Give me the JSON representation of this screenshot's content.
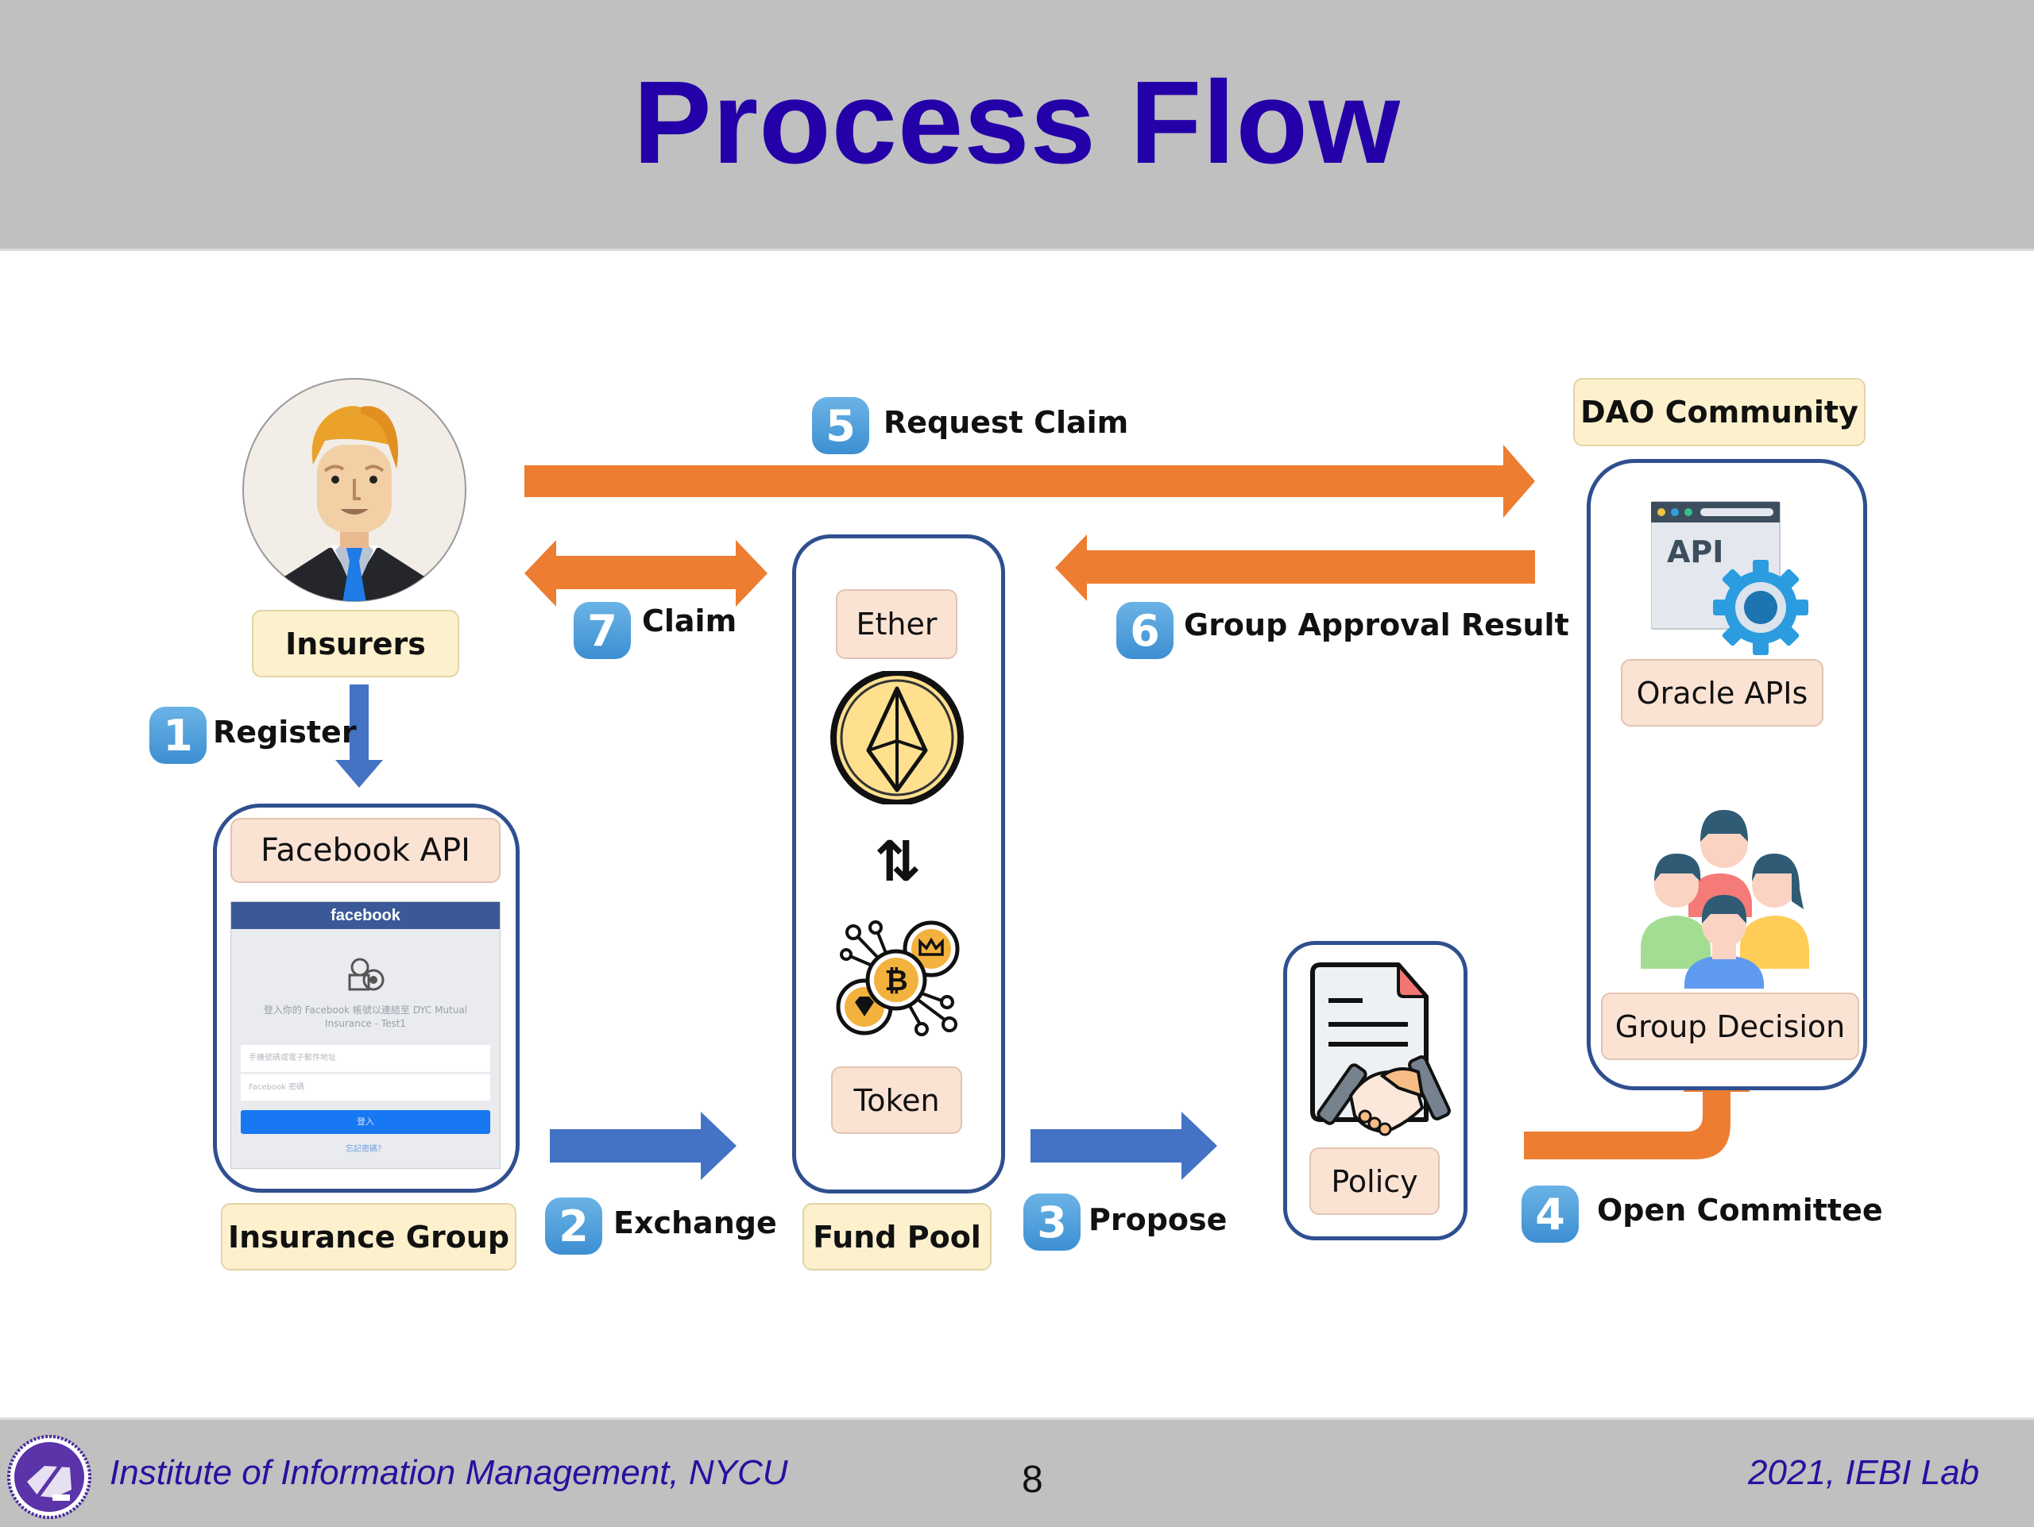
{
  "header": {
    "title": "Process Flow"
  },
  "colors": {
    "title": "#2400a8",
    "band": "#c0c0c0",
    "orange_arrow": "#ed7d31",
    "blue_arrow": "#4472c4",
    "box_border": "#2f4f8f",
    "label_yellow": "#fdf1cd",
    "label_peach": "#fbe3d4",
    "badge": "#4a9ad8"
  },
  "actors": {
    "insurers": {
      "label": "Insurers",
      "icon": "businessman-avatar-icon"
    },
    "insurance_group": {
      "label": "Insurance Group",
      "inner_label": "Facebook API",
      "facebook_mock": {
        "brand": "facebook",
        "message": "登入你的 Facebook 帳號以連結至 DYC Mutual Insurance - Test1",
        "email_placeholder": "手機號碼或電子郵件地址",
        "password_placeholder": "Facebook 密碼",
        "login_button": "登入",
        "forgot_link": "忘記密碼？"
      }
    },
    "fund_pool": {
      "label": "Fund Pool",
      "ether_label": "Ether",
      "token_label": "Token",
      "exchange_symbol": "⇅"
    },
    "policy": {
      "label": "Policy",
      "icon": "contract-handshake-icon"
    },
    "dao_community": {
      "label": "DAO Community",
      "oracle_label": "Oracle APIs",
      "api_text": "API",
      "group_decision_label": "Group Decision"
    }
  },
  "steps": [
    {
      "number": "1",
      "label": "Register"
    },
    {
      "number": "2",
      "label": "Exchange"
    },
    {
      "number": "3",
      "label": "Propose"
    },
    {
      "number": "4",
      "label": "Open Committee"
    },
    {
      "number": "5",
      "label": "Request Claim"
    },
    {
      "number": "6",
      "label": "Group Approval Result"
    },
    {
      "number": "7",
      "label": "Claim"
    }
  ],
  "footer": {
    "institute": "Institute of Information Management, NYCU",
    "page_number": "8",
    "lab": "2021, IEBI Lab"
  }
}
